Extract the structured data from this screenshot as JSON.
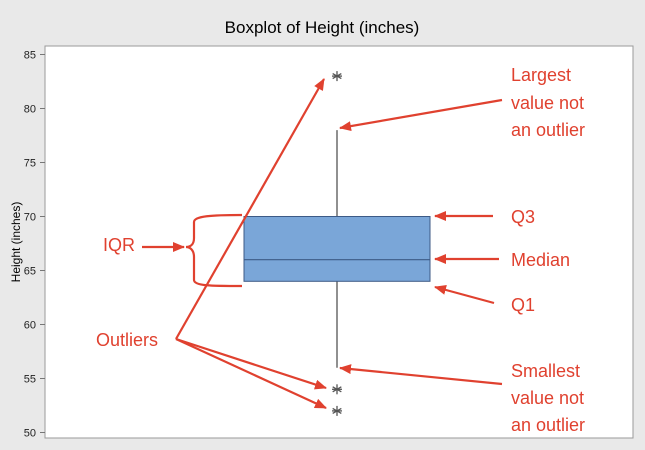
{
  "chart_data": {
    "type": "boxplot",
    "title": "Boxplot of Height (inches)",
    "xlabel": "",
    "ylabel": "Height (inches)",
    "ylim": [
      50,
      85
    ],
    "yticks": [
      50,
      55,
      60,
      65,
      70,
      75,
      80,
      85
    ],
    "grid": false,
    "box": {
      "q1": 64,
      "median": 66,
      "q3": 70,
      "whisker_low": 56,
      "whisker_high": 78,
      "fill_color": "#7aa6d8",
      "edge_color": "#3c5a86"
    },
    "outliers": [
      83,
      54,
      52
    ],
    "annotations": {
      "color": "#e0412f",
      "largest_label": [
        "Largest",
        "value not",
        "an outlier"
      ],
      "q3_label": "Q3",
      "median_label": "Median",
      "q1_label": "Q1",
      "smallest_label": [
        "Smallest",
        "value not",
        "an outlier"
      ],
      "iqr_label": "IQR",
      "outliers_label": "Outliers"
    }
  }
}
